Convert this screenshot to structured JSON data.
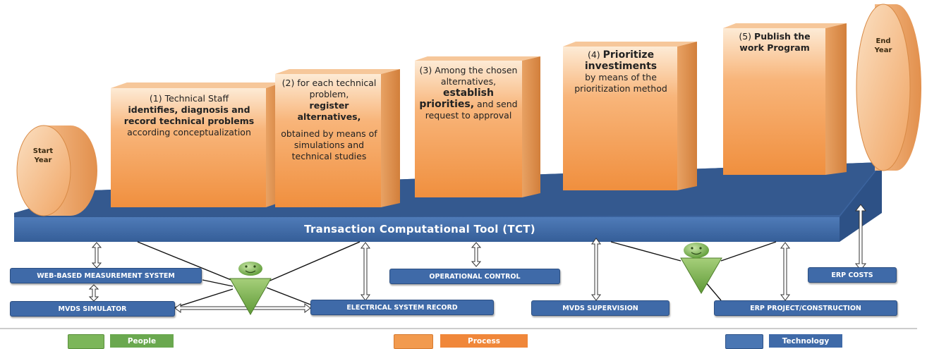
{
  "colors": {
    "process_orange": "#f6a35e",
    "tech_blue": "#3f6aa8",
    "people_green": "#6aa84f"
  },
  "cylinders": {
    "start": "Start\nYear",
    "end": "End\nYear"
  },
  "steps": [
    {
      "id": "step1"
    },
    {
      "id": "step2"
    },
    {
      "id": "step3"
    },
    {
      "id": "step4"
    },
    {
      "id": "step5"
    }
  ],
  "step_text": {
    "s1_a": "(1) Technical Staff",
    "s1_b": "identifies, diagnosis and record technical problems",
    "s1_c": "according conceptualization",
    "s2_a": "(2) for each technical problem,",
    "s2_b": "register alternatives,",
    "s2_c": "obtained by means of simulations and technical studies",
    "s3_a": "(3) Among the chosen alternatives,",
    "s3_b": "establish priorities,",
    "s3_c": "and send request to approval",
    "s4_a": "(4)",
    "s4_b": "Prioritize investiments",
    "s4_c": "by means of the prioritization method",
    "s5_a": "(5)",
    "s5_b": "Publish the work Program"
  },
  "platform_label": "Transaction  Computational Tool (TCT)",
  "systems": {
    "web_measurement": "WEB-BASED MEASUREMENT SYSTEM",
    "mvds_simulator": "MVDS SIMULATOR",
    "electrical_record": "ELECTRICAL SYSTEM RECORD",
    "operational_control": "OPERATIONAL CONTROL",
    "mvds_supervision": "MVDS SUPERVISION",
    "erp_project": "ERP PROJECT/CONSTRUCTION",
    "erp_costs": "ERP COSTS"
  },
  "legend": {
    "people": "People",
    "process": "Process",
    "technology": "Technology"
  }
}
